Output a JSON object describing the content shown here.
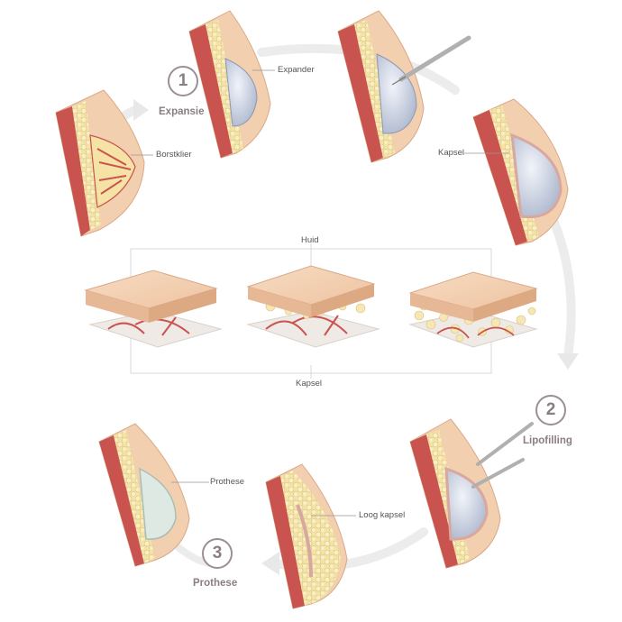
{
  "steps": [
    {
      "number": "1",
      "name": "Expansie"
    },
    {
      "number": "2",
      "name": "Lipofilling"
    },
    {
      "number": "3",
      "name": "Prothese"
    }
  ],
  "labels": {
    "borstklier": "Borstklier",
    "expander": "Expander",
    "kapsel_top": "Kapsel",
    "huid": "Huid",
    "kapsel_panel": "Kapsel",
    "prothese": "Prothese",
    "loog_kapsel": "Loog kapsel"
  },
  "colors": {
    "skin": "#f2cfae",
    "muscle": "#c9534f",
    "fat": "#f4e3a4",
    "implant": "#c5cee0",
    "arrow": "#ececec",
    "accent": "#8a7d84"
  }
}
